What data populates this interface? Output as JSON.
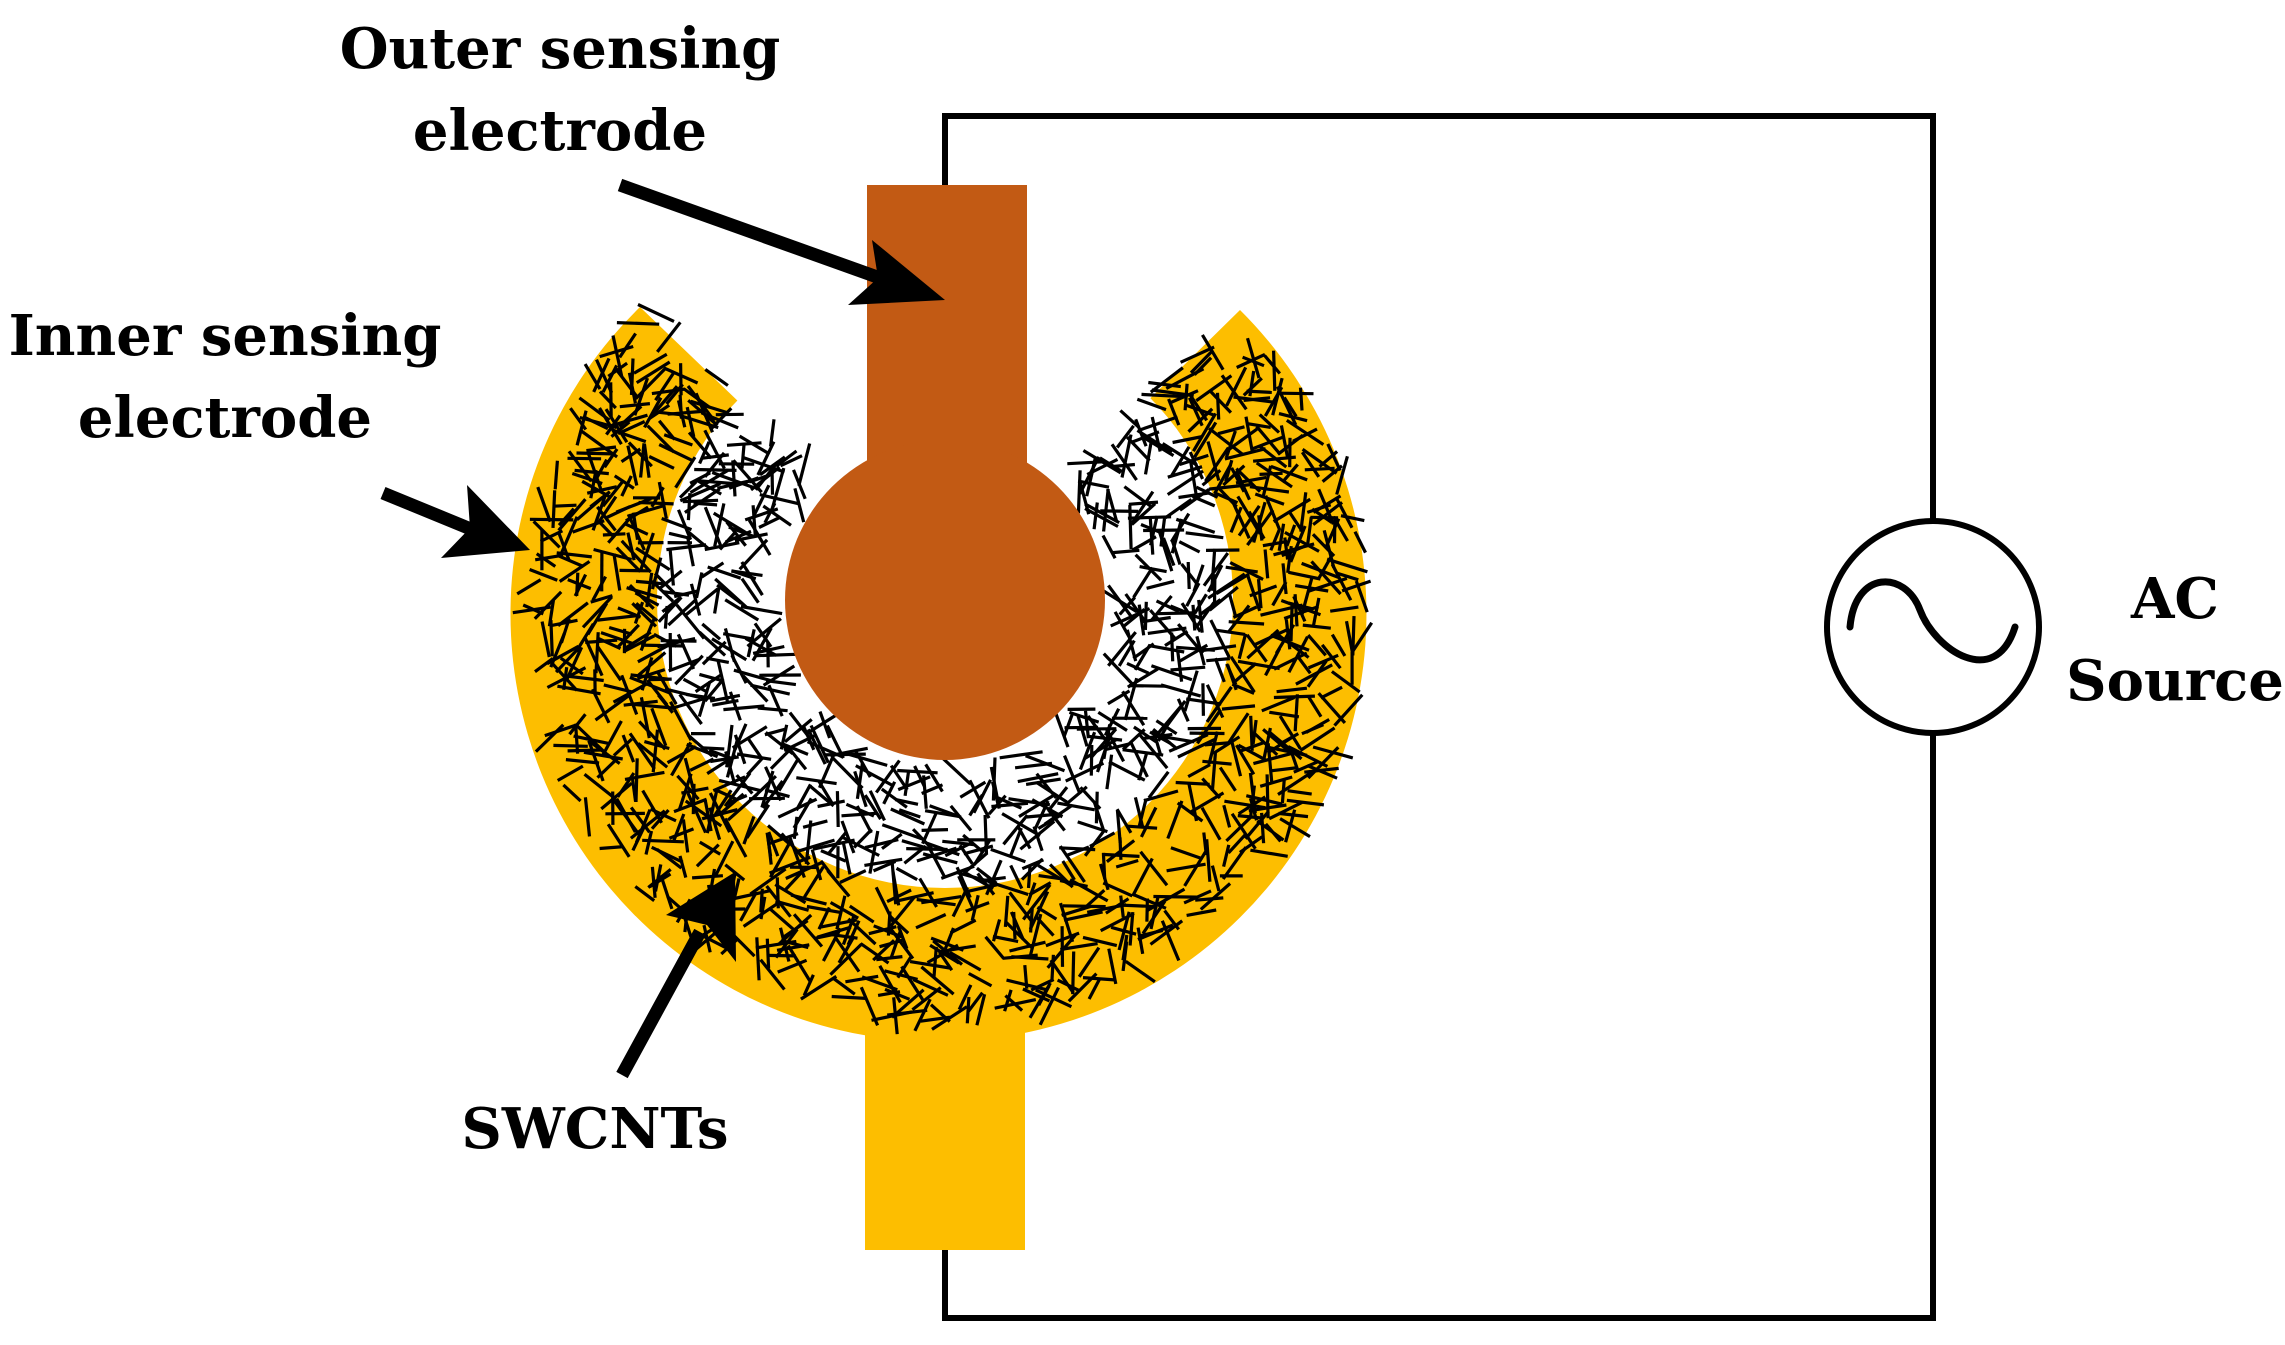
{
  "labels": {
    "outer_electrode_line1": "Outer sensing",
    "outer_electrode_line2": "electrode",
    "inner_electrode_line1": "Inner sensing",
    "inner_electrode_line2": "electrode",
    "swcnts": "SWCNTs",
    "ac_source_line1": "AC",
    "ac_source_line2": "Source"
  },
  "colors": {
    "inner_electrode": "#FDBE00",
    "outer_electrode": "#C25A14",
    "swcnt": "#000000",
    "wire": "#000000",
    "background": "#FFFFFF"
  },
  "icons": {
    "ac_source": "ac-sine-wave-icon"
  }
}
